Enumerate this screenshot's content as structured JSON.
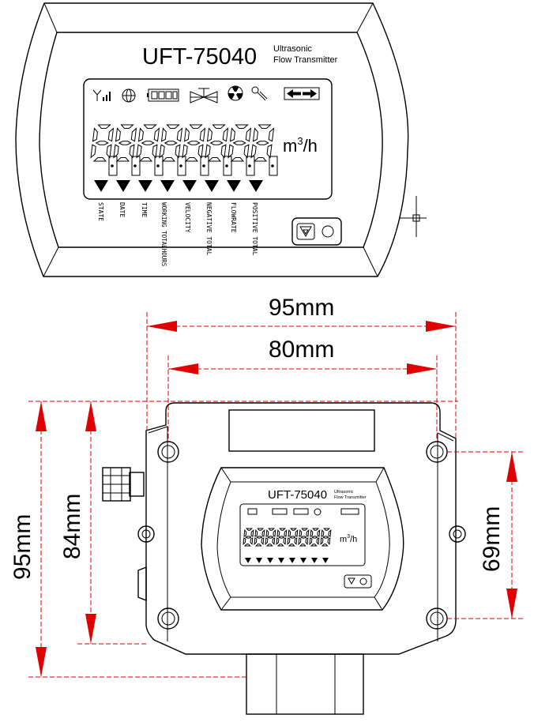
{
  "product": {
    "model": "UFT-75040",
    "subtitle_line1": "Ultrasonic",
    "subtitle_line2": "Flow Transmitter"
  },
  "display": {
    "unit_base": "m",
    "unit_exp": "3",
    "unit_rest": "/h",
    "segment_count": 8,
    "indicator_labels": [
      "STATE",
      "DATE",
      "TIME",
      "WORKING TOTALHOURS",
      "VELOCITY",
      "NEGATIVE TOTAL",
      "FLOWRATE",
      "POSITIVE TOTAL"
    ],
    "icons": [
      "signal-icon",
      "globe-icon",
      "battery-icon",
      "valve-icon",
      "radiation-icon",
      "wrench-icon",
      "bidirectional-arrow-icon"
    ]
  },
  "keypad": {
    "icons": [
      "down-triangle-key-icon",
      "circle-key-icon"
    ]
  },
  "dimensions": {
    "overall_width": "95mm",
    "mount_width": "80mm",
    "overall_height": "95mm",
    "mount_height": "84mm",
    "mount_spacing_right": "69mm"
  },
  "colors": {
    "line": "#000000",
    "dimension": "#e00000"
  }
}
